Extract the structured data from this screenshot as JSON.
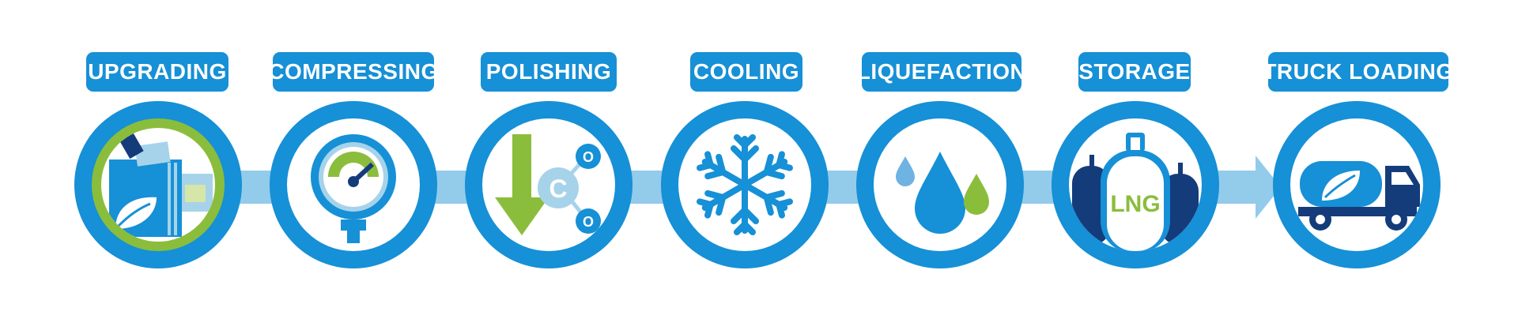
{
  "steps": [
    {
      "label": "UPGRADING",
      "icon": "upgrading-unit-icon"
    },
    {
      "label": "COMPRESSING",
      "icon": "pressure-gauge-icon"
    },
    {
      "label": "POLISHING",
      "icon": "co2-removal-icon"
    },
    {
      "label": "COOLING",
      "icon": "snowflake-icon"
    },
    {
      "label": "LIQUEFACTION",
      "icon": "liquid-drops-icon"
    },
    {
      "label": "STORAGE",
      "icon": "lng-storage-tanks-icon"
    },
    {
      "label": "TRUCK LOADING",
      "icon": "tanker-truck-icon"
    }
  ],
  "icon_text": {
    "polishing_c": "C",
    "polishing_o1": "O",
    "polishing_o2": "O",
    "storage_lng": "LNG"
  },
  "colors": {
    "primary_blue": "#1690d6",
    "light_blue": "#93cbeb",
    "green": "#8bbd3c",
    "navy": "#143c7a"
  }
}
